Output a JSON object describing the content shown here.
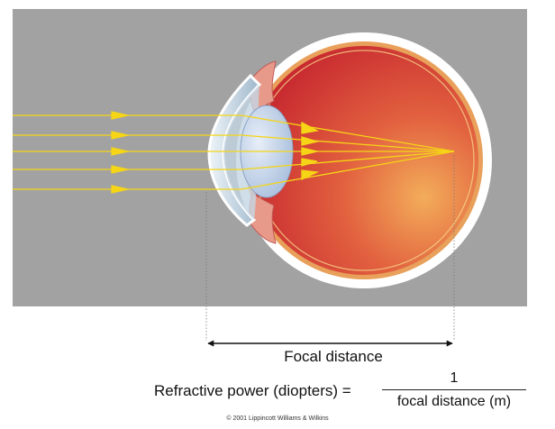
{
  "labels": {
    "focal_distance": "Focal distance",
    "formula_left": "Refractive power (diopters) =",
    "formula_numerator": "1",
    "formula_denominator": "focal distance (m)",
    "copyright": "© 2001 Lippincott Williams & Wilkins"
  },
  "colors": {
    "background_panel": "#a2a2a2",
    "light_ray": "#f5d516",
    "eye_interior": "#d7423a",
    "eye_highlight": "#f2a552",
    "sclera": "#ffffff",
    "cornea": "#c9d9e6",
    "lens": "#bdd0ea",
    "text": "#111111"
  }
}
